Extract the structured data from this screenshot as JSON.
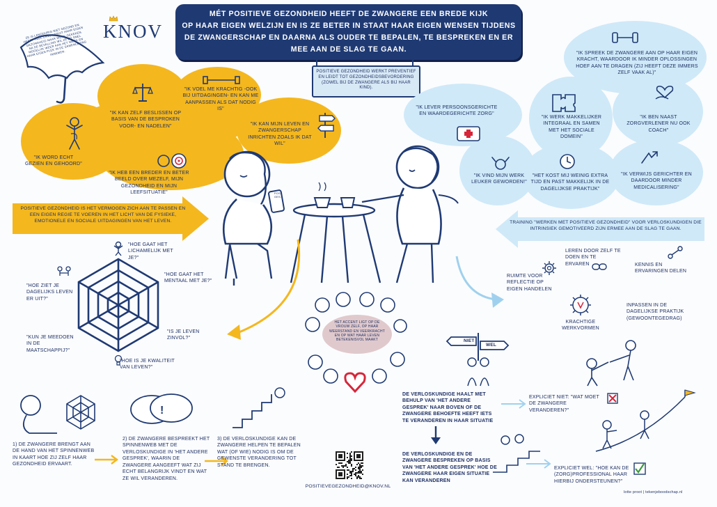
{
  "logo": {
    "text": "KNOV"
  },
  "umbrella": {
    "text": "Ze is langdurig niet gezond en heeft heel lang vanuit haar eigen gezondheid naar werk gekeken. Na de bevalling wil ze zo snel mogelijk weer aan het werk en haar eigen plek in de samenleving innemen."
  },
  "title": {
    "lines": [
      "Mét positieve gezondheid heeft de zwangere een brede kijk",
      "op haar eigen welzijn en is ze beter in staat haar eigen wensen tijdens",
      "de zwangerschap en daarna als ouder te bepalen, te bespreken en er",
      "mee aan de slag te gaan."
    ]
  },
  "sign_text": "Positieve gezondheid werkt preventief en leidt tot gezondheidsbevordering (zowel bij de zwangere als bij haar kind).",
  "yellow_quotes": {
    "zelf_beslissen": "\"Ik kan zelf beslissen op basis van de besproken voor- en nadelen\"",
    "krachtig": "\"Ik voel me krachtig -ook bij uitdagingen- en kan me aanpassen als dat nodig is\"",
    "gezien": "\"Ik word echt gezien en gehoord\"",
    "leven_inrichten": "\"Ik kan mijn leven en zwangerschap inrichten zoals ik dat wil\"",
    "beter_beeld": "\"Ik heb een breder en beter beeld over mezelf, mijn gezondheid en mijn leefsituatie\""
  },
  "yellow_arrow_text": "Positieve gezondheid is het vermogen zich aan te passen en een eigen regie te voeren in het licht van de fysieke, emotionele en sociale uitdagingen van het leven.",
  "blue_quotes": {
    "spreek_aan": "\"Ik spreek de zwangere aan op haar eigen kracht, waardoor ik minder oplossingen hoef aan te dragen (zij heeft deze immers zelf vaak al)\"",
    "persoonsgericht": "\"Ik lever persoonsgerichte en waardegerichte zorg\"",
    "integraal": "\"Ik werk makkelijker integraal en samen met het sociale domein\"",
    "coach": "\"Ik ben naast zorgverlener nu ook coach\"",
    "leuker": "\"Ik vind mijn werk leuker geworden!\"",
    "extra_tijd": "\"Het kost mij weinig extra tijd en past makkelijk in de dagelijkse praktijk\"",
    "verwijs": "\"Ik verwijs gerichter en daardoor minder medicalisering\""
  },
  "blue_arrow_text": "Training \"werken met positieve gezondheid\" voor verloskundigen die intrinsiek gemotiveerd zijn ermee aan de slag te gaan.",
  "phone_text": "Pos. Ges.",
  "spider": {
    "lichamelijk": "\"Hoe gaat het lichamelijk met je?\"",
    "mentaal": "\"Hoe gaat het mentaal met je?\"",
    "dagelijks": "\"Hoe ziet je dagelijks leven er uit?\"",
    "zinvol": "\"Is je leven zinvol?\"",
    "meedoen": "\"Kun je meedoen in de maatschappij?\"",
    "kwaliteit": "\"Hoe is je kwaliteit van leven?\""
  },
  "center_note": "Het accent ligt op de vrouw zelf, op haar weerstand en veerkracht en op wat haar leven betekenisvol maakt",
  "training": {
    "ruimte": "Ruimte voor reflectie op eigen handelen",
    "leren": "Leren door zelf te doen en te ervaren",
    "kennis": "Kennis en ervaringen delen",
    "werkvormen": "Krachtige werkvormen",
    "inpassen": "Inpassen in de dagelijkse praktijk (gewoontegedrag)"
  },
  "steps": {
    "step1": "1) De zwangere brengt aan de hand van het spinnenweb in kaart hoe zij zelf haar gezondheid ervaart.",
    "step2": "2) De zwangere bespreekt het spinnenweb met de verloskundige in 'het andere gesprek', waarin de zwangere aangeeft wat zij echt belangrijk vindt en wat ze wil veranderen.",
    "step3": "3) De verloskundige kan de zwangere helpen te bepalen wat (of wie) nodig is om de gewenste verandering tot stand te brengen."
  },
  "email": "positievegezondheid@knov.nl",
  "signpost": {
    "left": "Niet",
    "right": "Wel"
  },
  "right_text1": "De verloskundige haalt met behulp van 'het andere gesprek' naar boven of de zwangere behoefte heeft iets te veranderen in haar situatie",
  "right_text2": "De verloskundige en de zwangere bespreken op basis van 'het andere gesprek' hoe de zwangere haar eigen situatie kan veranderen",
  "explicit_not": "Expliciet niet: \"Wat moet de zwangere veranderen?\"",
  "explicit_yes": "Expliciet wel: \"Hoe kan de (zorg)professional haar hierbij ondersteunen?\"",
  "credit": "Lotte Proot | tekenjeboodschap.nl",
  "colors": {
    "navy": "#1f3a73",
    "yellow": "#f4b71e",
    "lightblue": "#cfe9f8",
    "pink": "#e0c9cc",
    "red": "#d6263a",
    "green": "#3c9a3c"
  }
}
